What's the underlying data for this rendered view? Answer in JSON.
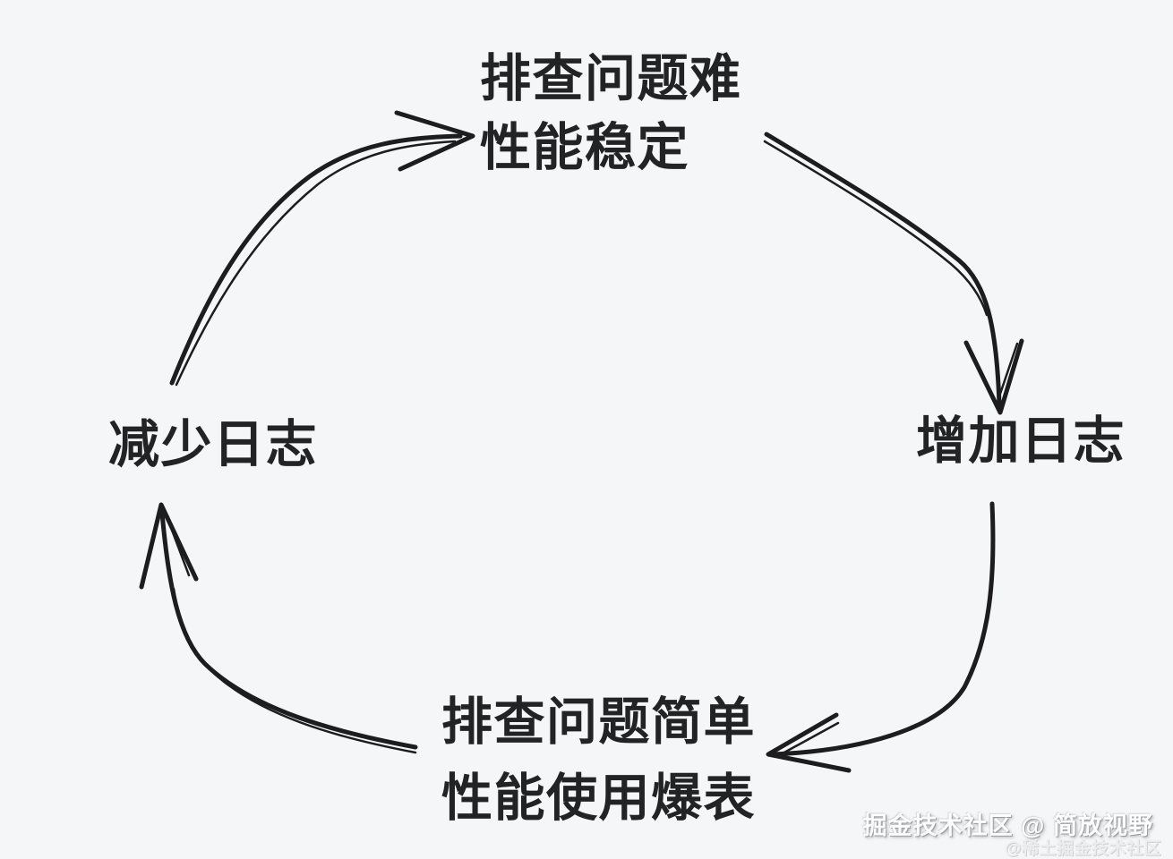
{
  "diagram": {
    "title_semantic": "logging-troubleshooting-cycle",
    "background_color": "#f5f6f8",
    "ink_color": "#1d1d1f",
    "nodes": {
      "top": {
        "line1": "排查问题难",
        "line2": "性能稳定"
      },
      "right": {
        "label": "增加日志"
      },
      "bottom": {
        "line1": "排查问题简单",
        "line2": "性能使用爆表"
      },
      "left": {
        "label": "减少日志"
      }
    },
    "arrows": [
      {
        "name": "left-to-top",
        "from": "减少日志",
        "to": "排查问题难 性能稳定"
      },
      {
        "name": "top-to-right",
        "from": "排查问题难 性能稳定",
        "to": "增加日志"
      },
      {
        "name": "right-to-bottom",
        "from": "增加日志",
        "to": "排查问题简单 性能使用爆表"
      },
      {
        "name": "bottom-to-left",
        "from": "排查问题简单 性能使用爆表",
        "to": "减少日志"
      }
    ],
    "watermark": {
      "line1": "掘金技术社区 @ 简放视野",
      "line2": "@稀土掘金技术社区"
    }
  }
}
